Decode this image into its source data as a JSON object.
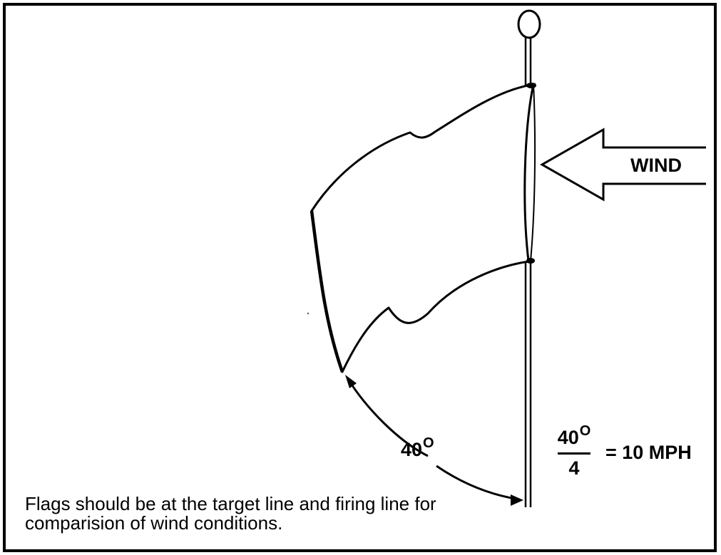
{
  "diagram": {
    "wind_label": "WIND",
    "angle_value": "40",
    "degree_symbol": "O",
    "formula": {
      "numerator": "40",
      "numerator_degree": "O",
      "denominator": "4",
      "result": "= 10 MPH"
    },
    "caption": "Flags should be at the target line and firing line for comparision of wind conditions."
  }
}
